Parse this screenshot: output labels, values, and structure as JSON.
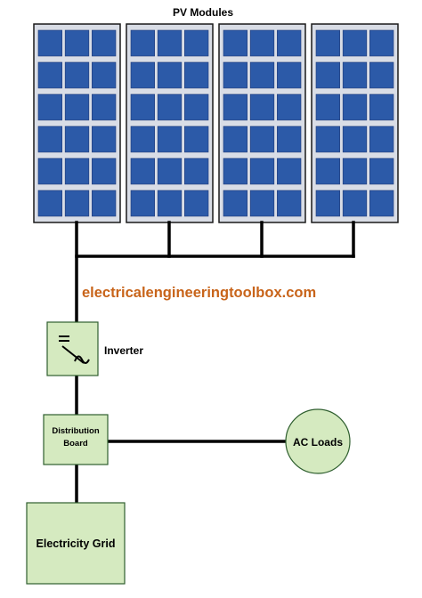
{
  "title": "PV Modules",
  "website": "electricalengineeringtoolbox.com",
  "modules": [
    {
      "name": "pv-module-1"
    },
    {
      "name": "pv-module-2"
    },
    {
      "name": "pv-module-3"
    },
    {
      "name": "pv-module-4"
    }
  ],
  "module_grid": {
    "rows": 6,
    "cols": 3
  },
  "components": {
    "inverter": "Inverter",
    "distribution_board_line1": "Distribution",
    "distribution_board_line2": "Board",
    "ac_loads": "AC Loads",
    "electricity_grid": "Electricity Grid"
  },
  "colors": {
    "cell": "#2c5aa8",
    "cell_edge": "#1f3a78",
    "frame": "#d9dde6",
    "box_fill": "#d5eac0",
    "box_edge": "#2f5f2f",
    "wire": "#000000",
    "website_text": "#c8641a"
  },
  "icons": {
    "inverter_symbol": "dc-to-ac-icon"
  }
}
